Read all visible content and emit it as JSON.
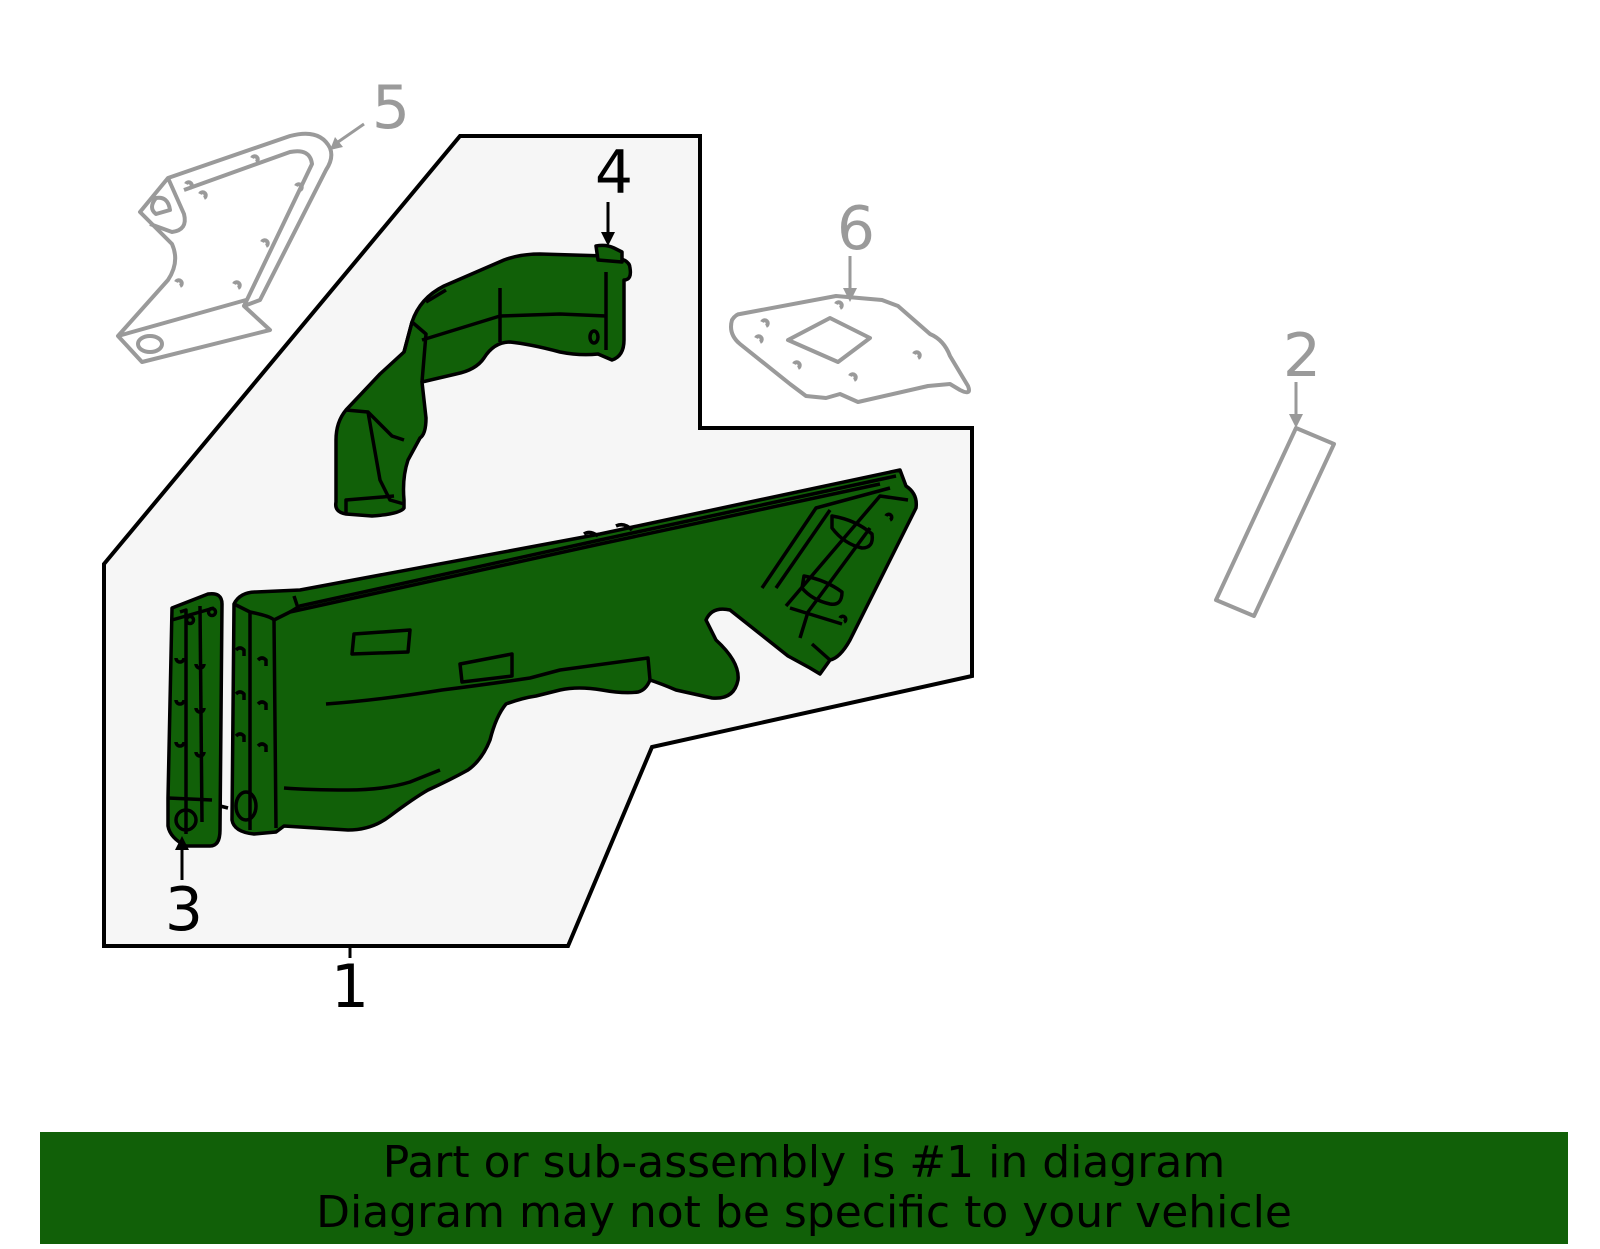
{
  "colors": {
    "highlight_part": "#116008",
    "highlight_outline": "#000000",
    "ghost_part": "#9a9a9a",
    "group_fill": "#f6f6f6",
    "group_outline": "#000000",
    "banner_bg": "#116008",
    "banner_text": "#000000"
  },
  "callouts": {
    "c1": "1",
    "c2": "2",
    "c3": "3",
    "c4": "4",
    "c5": "5",
    "c6": "6"
  },
  "banner": {
    "line1": "Part or sub-assembly is #1 in diagram",
    "line2": "Diagram may not be specific to your vehicle"
  }
}
